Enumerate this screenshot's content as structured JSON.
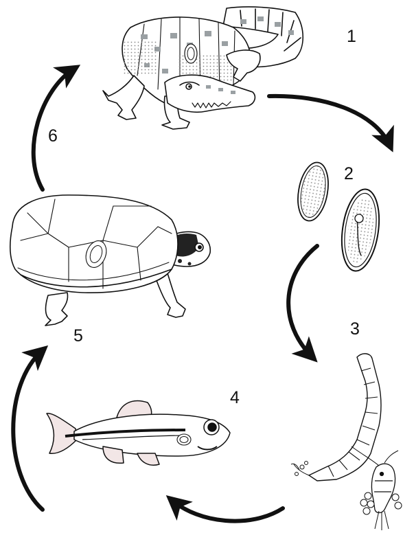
{
  "diagram": {
    "type": "life-cycle",
    "stages": [
      {
        "number": "1",
        "organism": "caiman"
      },
      {
        "number": "2",
        "organism": "eggs"
      },
      {
        "number": "3",
        "organism": "annelid-worm-and-copepod"
      },
      {
        "number": "4",
        "organism": "fish"
      },
      {
        "number": "5",
        "organism": "turtle"
      }
    ],
    "transition_label": "6",
    "colors": {
      "line": "#111111",
      "shade": "#9aa0a3",
      "scute_blue": "#b9d2df",
      "fill": "#ffffff"
    }
  }
}
